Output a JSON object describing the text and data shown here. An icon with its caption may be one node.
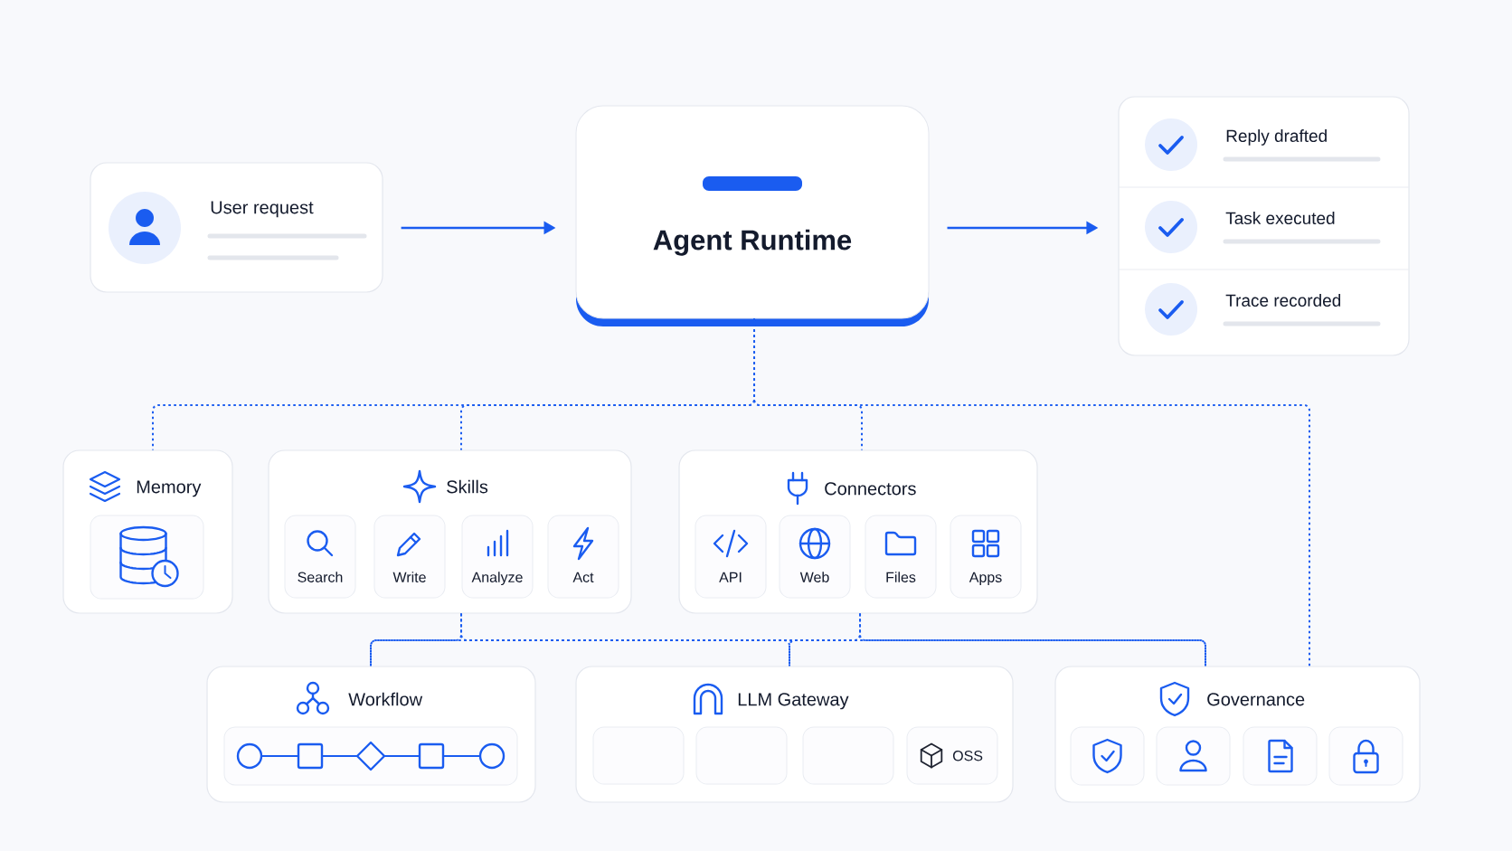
{
  "diagram": {
    "nodes": [
      {
        "text": [
          "User request"
        ]
      },
      {
        "text": [
          "Agent Runtime"
        ]
      },
      {
        "text": [
          "Reply drafted",
          "Task executed",
          "Trace recorded"
        ]
      },
      {
        "text": [
          "Memory"
        ]
      },
      {
        "text": [],
        "shape": "box",
        "in": 3
      },
      {
        "text": [
          "Skills"
        ]
      },
      {
        "text": [
          "Search"
        ],
        "in": 5
      },
      {
        "text": [
          "Write"
        ],
        "in": 5
      },
      {
        "text": [
          "Analyze"
        ],
        "in": 5
      },
      {
        "text": [
          "Act"
        ],
        "in": 5
      },
      {
        "text": [
          "Connectors"
        ]
      },
      {
        "text": [
          "API"
        ],
        "in": 10
      },
      {
        "text": [
          "Web"
        ],
        "in": 10
      },
      {
        "text": [
          "Files"
        ],
        "in": 10
      },
      {
        "text": [
          "Apps"
        ],
        "in": 10
      },
      {
        "text": [
          "Workflow"
        ]
      },
      {
        "text": [],
        "shape": "box",
        "in": 15
      },
      {
        "text": [
          "LLM Gateway"
        ]
      },
      {
        "text": [],
        "shape": "box",
        "in": 17
      },
      {
        "text": [],
        "shape": "box",
        "in": 17
      },
      {
        "text": [],
        "shape": "box",
        "in": 17
      },
      {
        "text": [
          "OSS"
        ],
        "in": 17
      },
      {
        "text": [
          "Governance"
        ]
      },
      {
        "text": [],
        "shape": "box",
        "in": 22
      },
      {
        "text": [],
        "shape": "box",
        "in": 22
      },
      {
        "text": [],
        "shape": "box",
        "in": 22
      },
      {
        "text": [],
        "shape": "box",
        "in": 22
      }
    ],
    "edges": [
      {
        "from": 0,
        "to": 1,
        "arrow": "to"
      },
      {
        "from": 1,
        "to": 2,
        "arrow": "to"
      },
      {
        "from": 1,
        "to": 3,
        "arrow": "none",
        "style": "dashed"
      },
      {
        "from": 1,
        "to": 5,
        "arrow": "none",
        "style": "dashed"
      },
      {
        "from": 1,
        "to": 10,
        "arrow": "none",
        "style": "dashed"
      },
      {
        "from": 1,
        "to": 22,
        "arrow": "none",
        "style": "dashed"
      },
      {
        "from": 5,
        "to": 15,
        "arrow": "none",
        "style": "dashed"
      },
      {
        "from": 5,
        "to": 17,
        "arrow": "none",
        "style": "dashed"
      },
      {
        "from": 5,
        "to": 22,
        "arrow": "none",
        "style": "dashed"
      },
      {
        "from": 10,
        "to": 15,
        "arrow": "none",
        "style": "dashed"
      },
      {
        "from": 10,
        "to": 17,
        "arrow": "none",
        "style": "dashed"
      },
      {
        "from": 10,
        "to": 22,
        "arrow": "none",
        "style": "dashed"
      }
    ]
  }
}
